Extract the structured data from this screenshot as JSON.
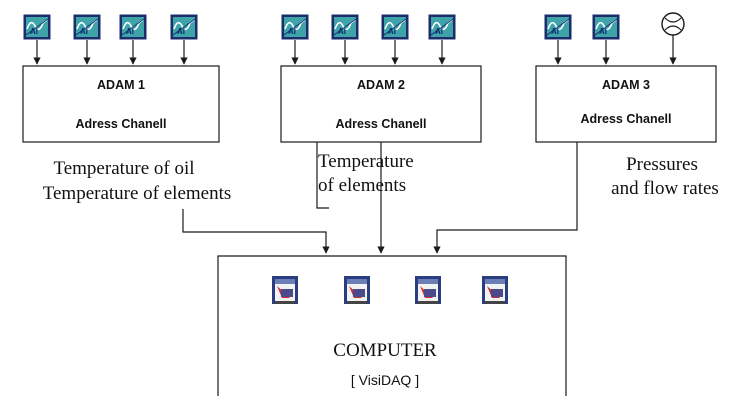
{
  "adams": [
    {
      "title": "ADAM 1",
      "subtitle": "Adress Chanell"
    },
    {
      "title": "ADAM 2",
      "subtitle": "Adress Chanell"
    },
    {
      "title": "ADAM 3",
      "subtitle": "Adress Chanell"
    }
  ],
  "labels": {
    "adam1_line1": "Temperature of oil",
    "adam1_line2": "Temperature of elements",
    "adam2_line1": "Temperature",
    "adam2_line2": "of elements",
    "adam3_line1": "Pressures",
    "adam3_line2": "and flow rates"
  },
  "computer": {
    "title": "COMPUTER",
    "subtitle": "[ VisiDAQ ]"
  },
  "icons": {
    "sensor_text": "AI",
    "sensor": "analog-input-sensor-icon",
    "gauge": "pressure-gauge-icon",
    "visidaq": "visidaq-module-icon"
  },
  "colors": {
    "sensor_bg": "#3a9fa6",
    "sensor_frame": "#1b2e6b",
    "line": "#1a1a1a"
  }
}
